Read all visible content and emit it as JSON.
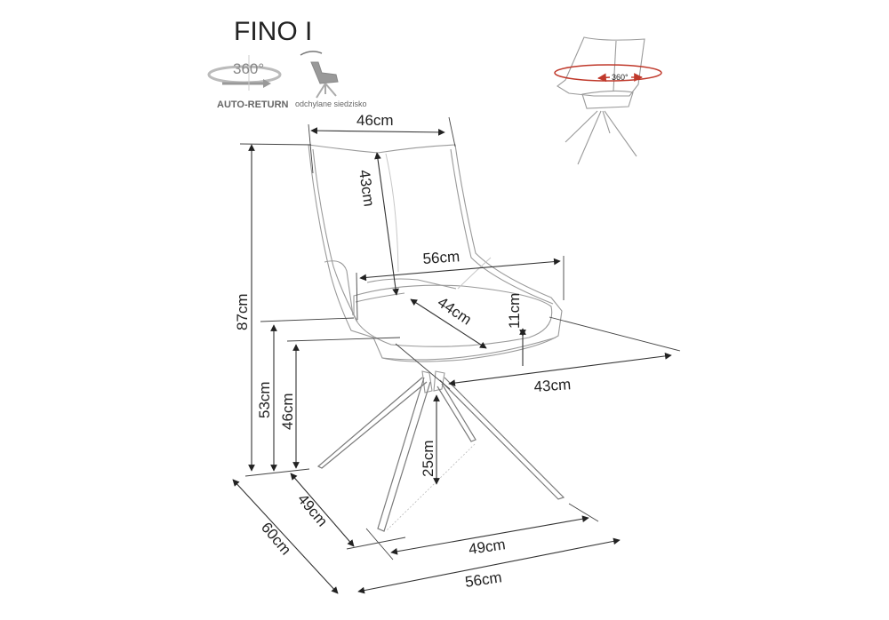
{
  "product": {
    "title": "FINO I"
  },
  "features": {
    "auto_return": {
      "degrees": "360°",
      "label": "AUTO-RETURN",
      "icon": "rotate-360-icon"
    },
    "reclining_seat": {
      "label": "odchylane siedzisko",
      "icon": "reclining-chair-icon"
    },
    "swivel_preview": {
      "degrees": "360°",
      "icon": "swivel-chair-icon",
      "arrow_color": "#c0392b"
    }
  },
  "dimensions": {
    "backrest_width": "46cm",
    "backrest_height": "43cm",
    "armrest_width": "56cm",
    "seat_depth": "44cm",
    "armrest_height": "11cm",
    "total_height": "87cm",
    "armrest_floor_height": "53cm",
    "seat_height": "46cm",
    "seat_width_front": "43cm",
    "base_clearance": "25cm",
    "base_depth": "49cm",
    "total_depth": "60cm",
    "base_width": "49cm",
    "total_width": "56cm"
  }
}
